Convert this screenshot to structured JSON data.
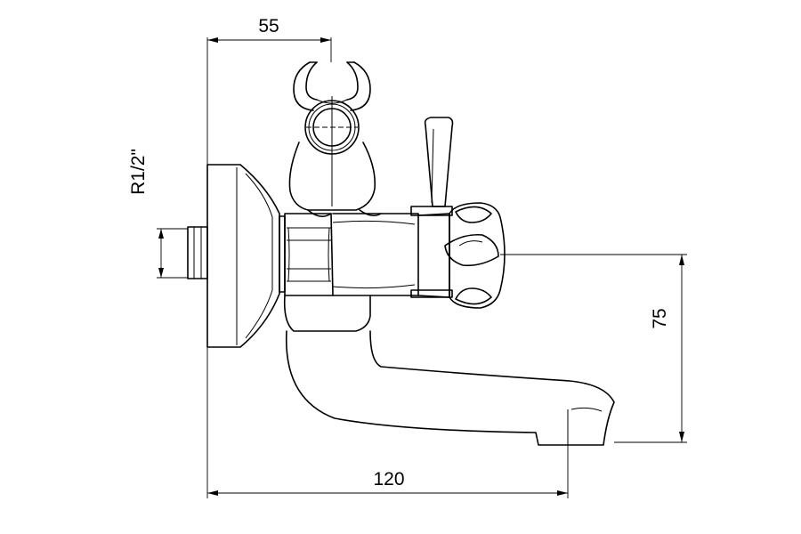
{
  "dimensions": {
    "top_width": "55",
    "thread": "R1/2\"",
    "height": "75",
    "length": "120"
  }
}
